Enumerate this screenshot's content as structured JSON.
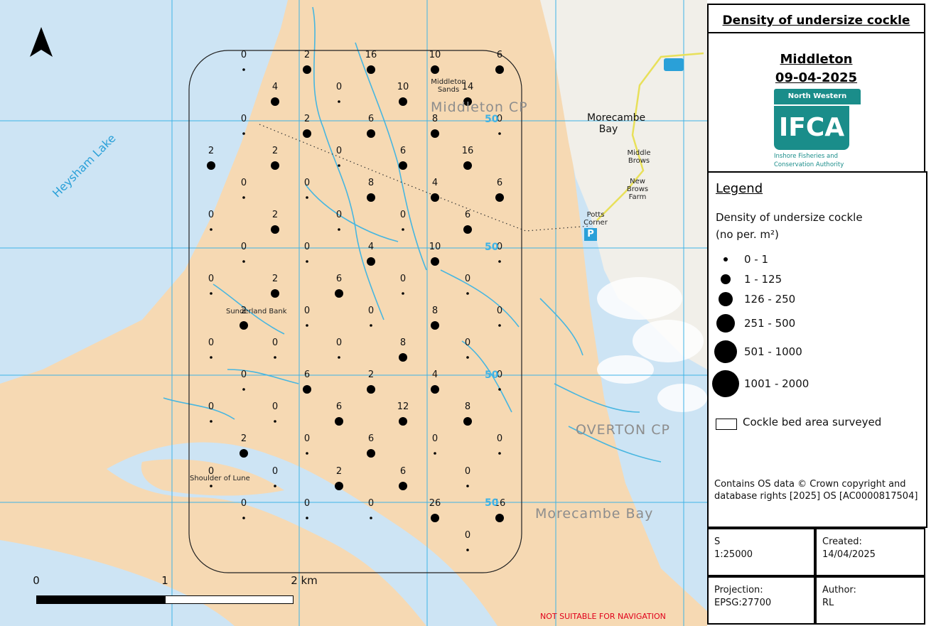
{
  "map": {
    "place_labels": [
      {
        "text": "Middleton CP",
        "cls": "cp"
      },
      {
        "text": "OVERTON CP",
        "cls": "cp"
      },
      {
        "text": "Morecambe Bay",
        "cls": "cp"
      },
      {
        "text": "Morecambe Bay",
        "cls": "place"
      },
      {
        "text": "Heysham Lake",
        "cls": "heysham"
      },
      {
        "text": "Middleton Sands",
        "cls": "place"
      },
      {
        "text": "Sunderland Bank",
        "cls": "place"
      },
      {
        "text": "Shoulder of Lune",
        "cls": "place"
      },
      {
        "text": "Potts Corner",
        "cls": "place"
      },
      {
        "text": "Middle Brows",
        "cls": "place"
      },
      {
        "text": "New Brows Farm",
        "cls": "place"
      }
    ],
    "grid_numbers": [
      "50",
      "50",
      "50",
      "50"
    ],
    "nav_warning": "NOT SUITABLE FOR NAVIGATION",
    "north_arrow_icon": "north-arrow-icon",
    "parking_icon": "parking-icon",
    "caravan_icon": "caravan-icon",
    "scale_bar": {
      "ticks": [
        "0",
        "1",
        "2 km"
      ]
    }
  },
  "survey_points": [
    {
      "count": "0"
    },
    {
      "count": "2"
    },
    {
      "count": "16"
    },
    {
      "count": "10"
    },
    {
      "count": "6"
    },
    {
      "count": "4"
    },
    {
      "count": "0"
    },
    {
      "count": "10"
    },
    {
      "count": "14"
    },
    {
      "count": "0"
    },
    {
      "count": "2"
    },
    {
      "count": "6"
    },
    {
      "count": "8"
    },
    {
      "count": "0"
    },
    {
      "count": "2"
    },
    {
      "count": "2"
    },
    {
      "count": "0"
    },
    {
      "count": "6"
    },
    {
      "count": "16"
    },
    {
      "count": "0"
    },
    {
      "count": "0"
    },
    {
      "count": "8"
    },
    {
      "count": "4"
    },
    {
      "count": "6"
    },
    {
      "count": "0"
    },
    {
      "count": "2"
    },
    {
      "count": "0"
    },
    {
      "count": "0"
    },
    {
      "count": "6"
    },
    {
      "count": "0"
    },
    {
      "count": "0"
    },
    {
      "count": "4"
    },
    {
      "count": "10"
    },
    {
      "count": "0"
    },
    {
      "count": "0"
    },
    {
      "count": "2"
    },
    {
      "count": "6"
    },
    {
      "count": "0"
    },
    {
      "count": "0"
    },
    {
      "count": "2"
    },
    {
      "count": "0"
    },
    {
      "count": "0"
    },
    {
      "count": "8"
    },
    {
      "count": "0"
    },
    {
      "count": "0"
    },
    {
      "count": "0"
    },
    {
      "count": "0"
    },
    {
      "count": "8"
    },
    {
      "count": "0"
    },
    {
      "count": "0"
    },
    {
      "count": "6"
    },
    {
      "count": "2"
    },
    {
      "count": "4"
    },
    {
      "count": "0"
    },
    {
      "count": "0"
    },
    {
      "count": "0"
    },
    {
      "count": "6"
    },
    {
      "count": "12"
    },
    {
      "count": "8"
    },
    {
      "count": "2"
    },
    {
      "count": "0"
    },
    {
      "count": "6"
    },
    {
      "count": "0"
    },
    {
      "count": "0"
    },
    {
      "count": "0"
    },
    {
      "count": "0"
    },
    {
      "count": "2"
    },
    {
      "count": "6"
    },
    {
      "count": "0"
    },
    {
      "count": "0"
    },
    {
      "count": "0"
    },
    {
      "count": "0"
    },
    {
      "count": "26"
    },
    {
      "count": "16"
    },
    {
      "count": "0"
    }
  ],
  "title_box": {
    "title": "Density of undersize cockle",
    "site": "Middleton",
    "date": "09-04-2025",
    "logo_top": "North Western",
    "logo_main": "IFCA",
    "logo_sub1": "Inshore Fisheries and",
    "logo_sub2": "Conservation Authority",
    "logo_icon": "ifca-fish-logo-icon"
  },
  "legend": {
    "heading": "Legend",
    "title_line1": "Density of undersize cockle",
    "title_line2": "(no per. m²)",
    "classes": [
      {
        "label": "0 - 1"
      },
      {
        "label": "1 - 125"
      },
      {
        "label": "126 - 250"
      },
      {
        "label": "251 - 500"
      },
      {
        "label": "501 - 1000"
      },
      {
        "label": "1001 - 2000"
      }
    ],
    "area_label": "Cockle bed area surveyed",
    "copyright": "Contains OS data © Crown copyright and database rights [2025] OS [AC0000817504]"
  },
  "info": {
    "scale_label": "S",
    "scale_value": "1:25000",
    "created_label": "Created:",
    "created_value": "14/04/2025",
    "projection_label": "Projection:",
    "projection_value": "EPSG:27700",
    "author_label": "Author:",
    "author_value": "RL"
  },
  "colors": {
    "sand": "#f6d9b3",
    "water": "#cde4f4",
    "grid": "#3fb3e6",
    "channel": "#47b6e0",
    "land": "#f3f3f0",
    "ifca_teal": "#1a8d8a"
  }
}
